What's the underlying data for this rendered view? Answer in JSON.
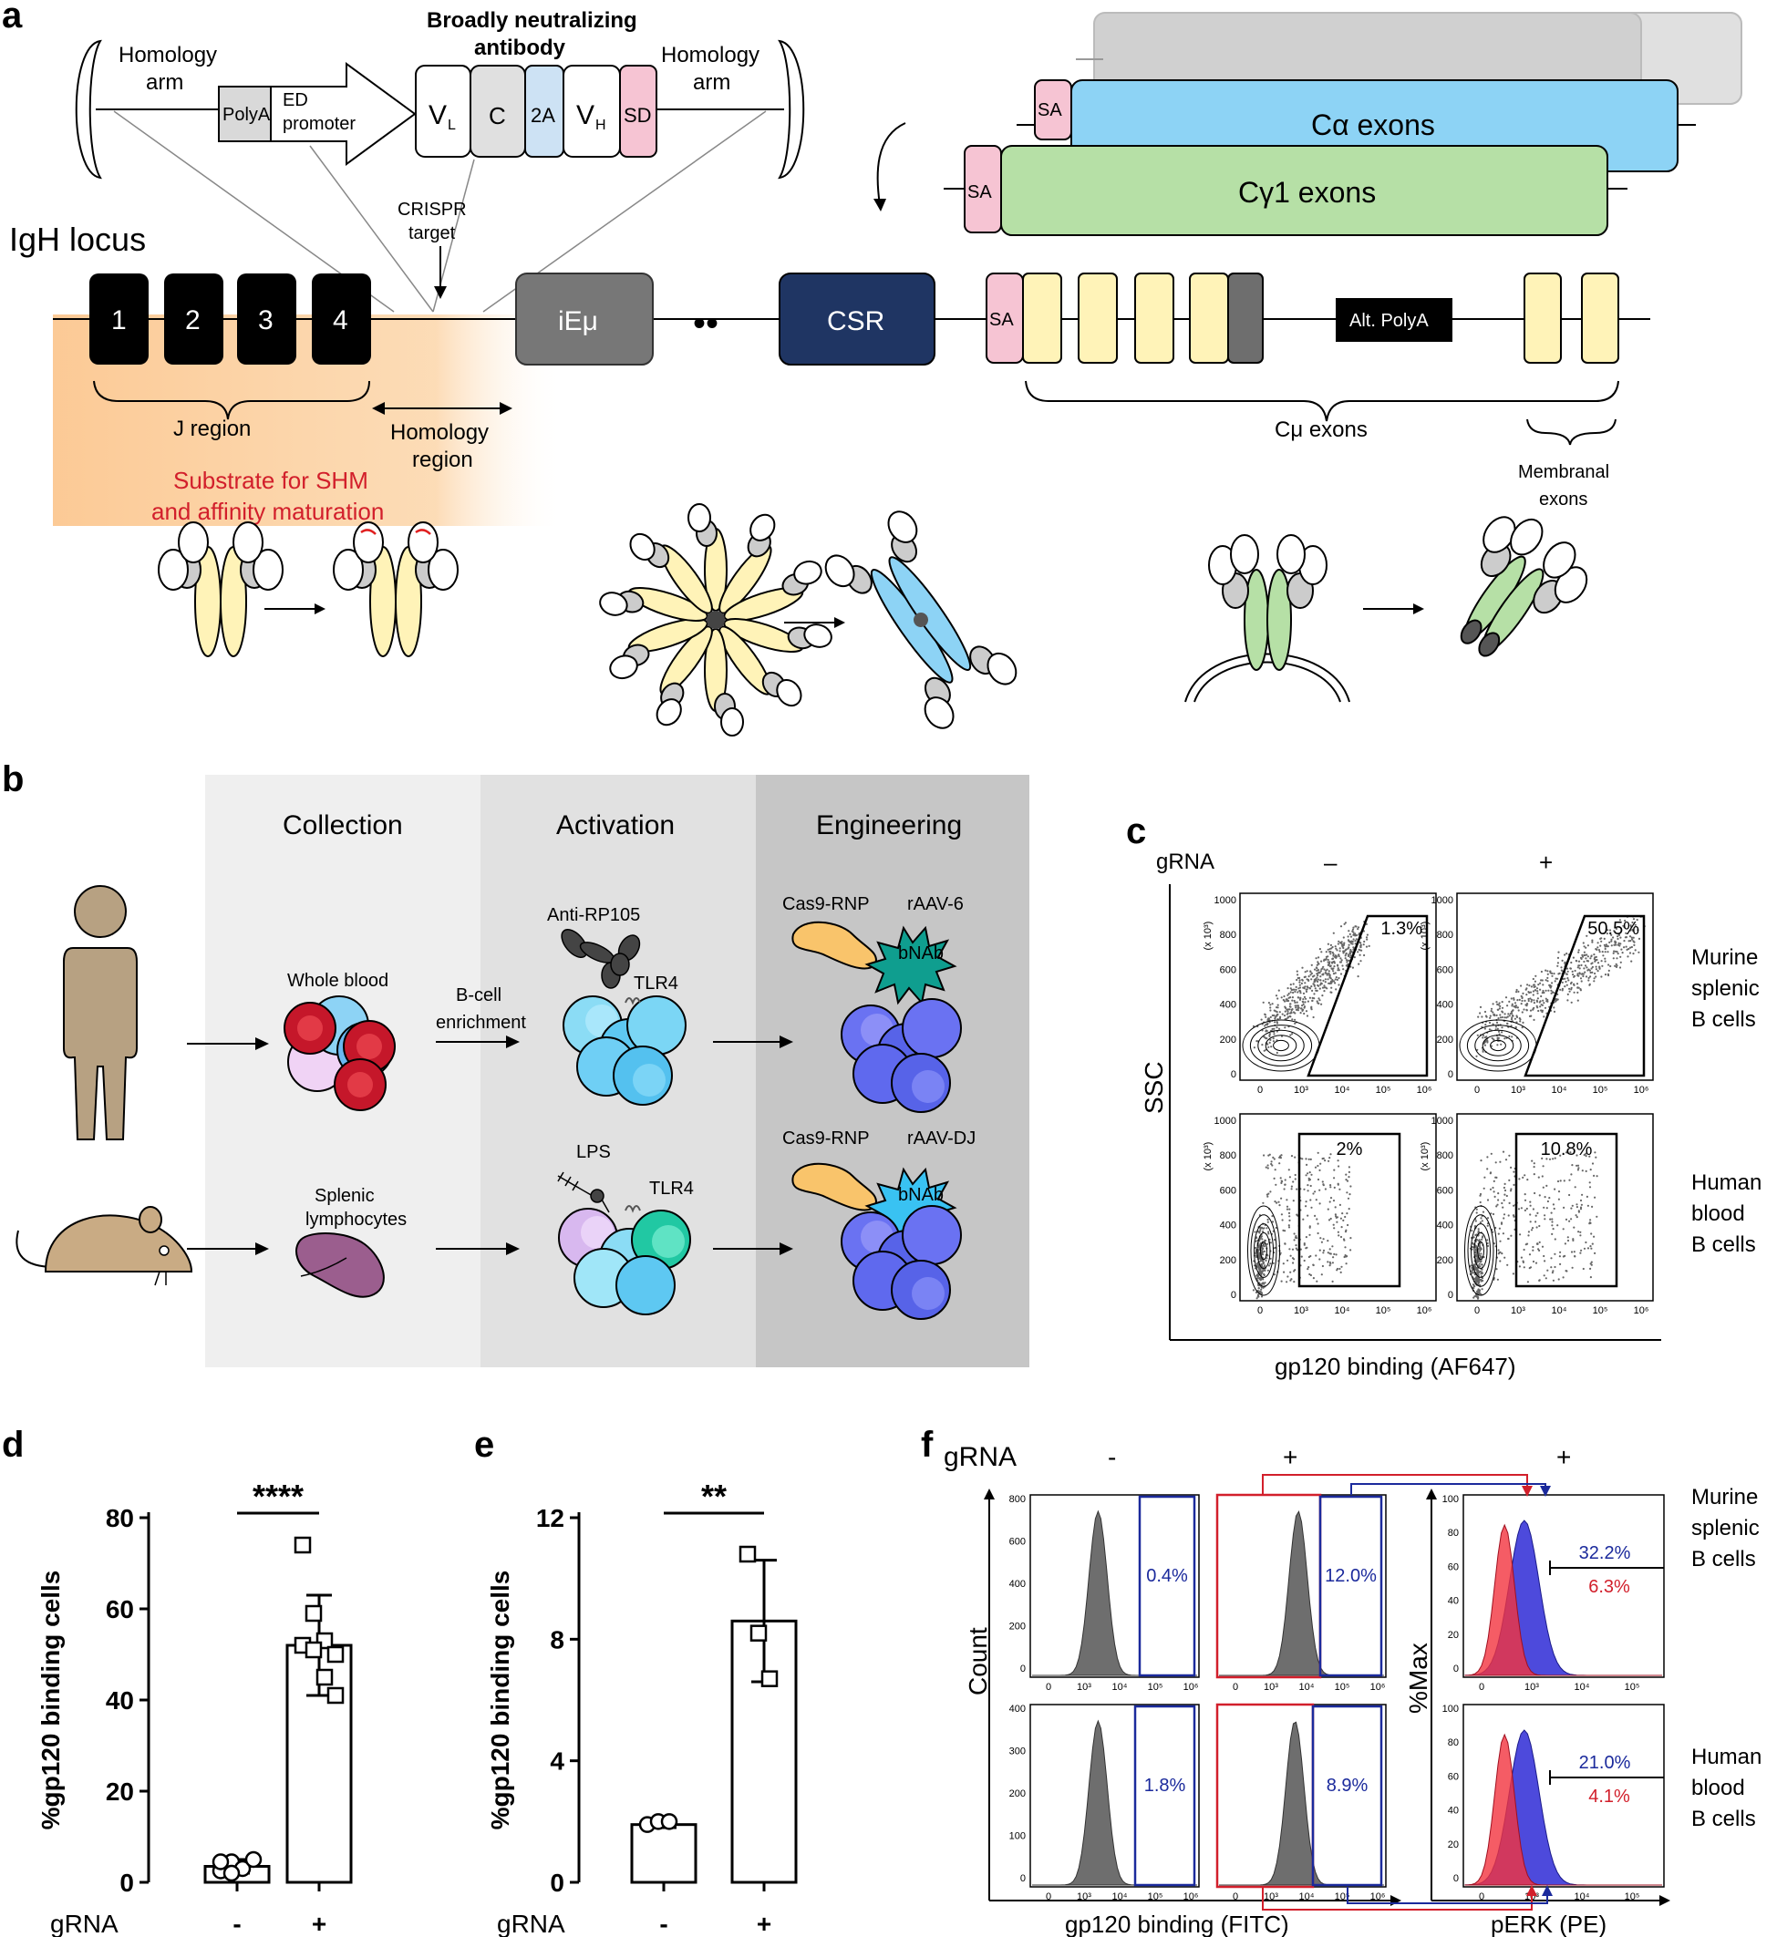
{
  "panels": {
    "a": "a",
    "b": "b",
    "c": "c",
    "d": "d",
    "e": "e",
    "f": "f"
  },
  "panel_a": {
    "homology_arm_left": [
      "Homology",
      "arm"
    ],
    "homology_arm_right": [
      "Homology",
      "arm"
    ],
    "polya": "PolyA",
    "ed_promoter": [
      "ED",
      "promoter"
    ],
    "bnab_title": [
      "Broadly neutralizing",
      "antibody"
    ],
    "vl": "V",
    "vl_sub": "L",
    "c": "C",
    "t2a": "2A",
    "vh": "V",
    "vh_sub": "H",
    "sd": "SD",
    "ca_exons": "Cα exons",
    "cg1_exons": "Cγ1 exons",
    "sa": "SA",
    "crispr": [
      "CRISPR",
      "target"
    ],
    "igh_locus": "IgH locus",
    "j_segments": [
      "1",
      "2",
      "3",
      "4"
    ],
    "iemu": "iEμ",
    "dots": "••",
    "csr": "CSR",
    "alt_polya": "Alt. PolyA",
    "j_region": "J region",
    "homology_region": [
      "Homology",
      "region"
    ],
    "substrate": [
      "Substrate for SHM",
      "and affinity maturation"
    ],
    "cmu_exons": "Cμ exons",
    "membranal": [
      "Membranal",
      "exons"
    ]
  },
  "panel_b": {
    "collection": "Collection",
    "activation": "Activation",
    "engineering": "Engineering",
    "whole_blood": "Whole blood",
    "b_cell_enrichment": [
      "B-cell",
      "enrichment"
    ],
    "anti_rp105": "Anti-RP105",
    "tlr4_top": "TLR4",
    "tlr4_bottom": "TLR4",
    "cas9_top": "Cas9-RNP",
    "raav6": "rAAV-6",
    "cas9_bottom": "Cas9-RNP",
    "raavdj": "rAAV-DJ",
    "bnab": "bNAb",
    "splenic": [
      "Splenic",
      "lymphocytes"
    ],
    "lps": "LPS"
  },
  "panel_c": {
    "grna": "gRNA",
    "minus": "–",
    "plus": "+",
    "ssc": "SSC",
    "xlabel": "gp120 binding (AF647)",
    "row_murine": [
      "Murine",
      "splenic",
      "B cells"
    ],
    "row_human": [
      "Human",
      "blood",
      "B cells"
    ],
    "gates": [
      "1.3%",
      "50.5%",
      "2%",
      "10.8%"
    ],
    "y_ticks": [
      "1000",
      "800",
      "600",
      "400",
      "200",
      "0"
    ],
    "y_unit": "(x 10³)",
    "x_ticks": [
      "0",
      "10³",
      "10⁴",
      "10⁵",
      "10⁶"
    ]
  },
  "chart_data": [
    {
      "type": "bar",
      "panel": "d",
      "categories": [
        "-",
        "+"
      ],
      "xlabel": "gRNA",
      "ylabel": "%gp120 binding cells",
      "ylim": [
        0,
        80
      ],
      "y_ticks": [
        "80",
        "60",
        "40",
        "20",
        "0"
      ],
      "values": [
        3.5,
        52
      ],
      "error_sd": [
        1.5,
        11
      ],
      "points": [
        [
          2.5,
          4.5,
          3.0,
          5.0,
          4.5,
          2.0
        ],
        [
          74,
          59,
          53,
          50,
          52,
          51,
          45,
          41
        ]
      ],
      "significance": "****"
    },
    {
      "type": "bar",
      "panel": "e",
      "categories": [
        "-",
        "+"
      ],
      "xlabel": "gRNA",
      "ylabel": "%gp120 binding cells",
      "ylim": [
        0,
        12
      ],
      "y_ticks": [
        "12",
        "8",
        "4",
        "0"
      ],
      "values": [
        1.9,
        8.6
      ],
      "error_sd": [
        0.1,
        2.0
      ],
      "points": [
        [
          1.9,
          2.0,
          2.0
        ],
        [
          10.8,
          8.2,
          6.7
        ]
      ],
      "significance": "**"
    }
  ],
  "panel_f": {
    "grna": "gRNA",
    "minus": "-",
    "plus1": "+",
    "plus2": "+",
    "count": "Count",
    "pctmax": "%Max",
    "xlabel1": "gp120 binding (FITC)",
    "xlabel2": "pERK (PE)",
    "gates": [
      "0.4%",
      "12.0%",
      "1.8%",
      "8.9%"
    ],
    "perk_top": [
      "32.2%",
      "6.3%"
    ],
    "perk_bottom": [
      "21.0%",
      "4.1%"
    ],
    "row_murine": [
      "Murine",
      "splenic",
      "B cells"
    ],
    "row_human": [
      "Human",
      "blood",
      "B cells"
    ],
    "count_ticks": [
      "800",
      "600",
      "400",
      "200",
      "0"
    ],
    "count_ticks2": [
      "400",
      "300",
      "200",
      "100",
      "0"
    ],
    "pct_ticks": [
      "100",
      "80",
      "60",
      "40",
      "20",
      "0"
    ],
    "x_ticks": [
      "0",
      "10³",
      "10⁴",
      "10⁵",
      "10⁶"
    ],
    "x_ticks_perk": [
      "0",
      "10³",
      "10⁴",
      "10⁵"
    ]
  },
  "colors": {
    "orange": "#f9b56b",
    "blue_exon": "#8dd3f5",
    "green_exon": "#b6e0a6",
    "pink": "#f6c4d3",
    "yellow": "#fff3b8",
    "navy": "#1f3563",
    "red": "#d21f2b",
    "blue": "#1b2a9c"
  }
}
